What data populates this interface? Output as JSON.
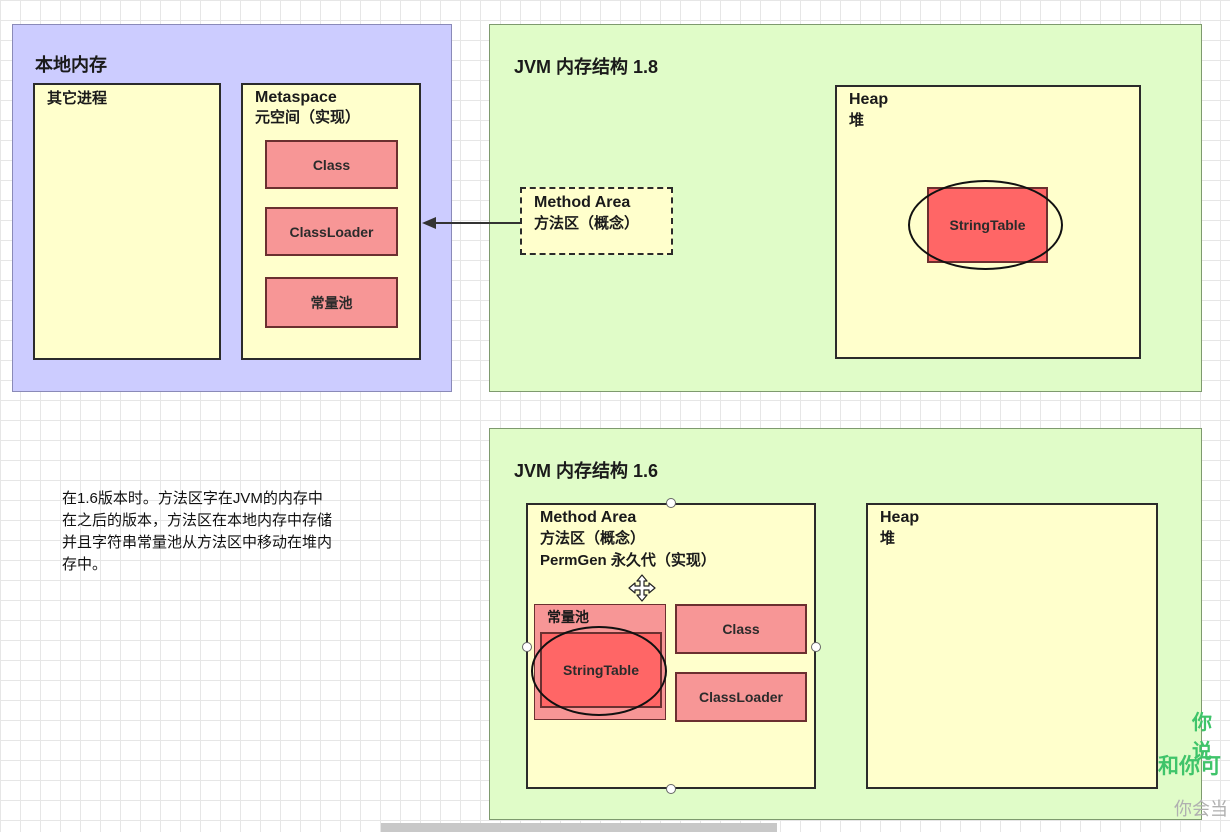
{
  "native_memory": {
    "title": "本地内存",
    "other_process": "其它进程",
    "metaspace": {
      "line1": "Metaspace",
      "line2": "元空间（实现）",
      "items": [
        "Class",
        "ClassLoader",
        "常量池"
      ]
    }
  },
  "jvm18": {
    "title": "JVM 内存结构 1.8",
    "method_area": {
      "line1": "Method Area",
      "line2": "方法区（概念）"
    },
    "heap": {
      "line1": "Heap",
      "line2": "堆",
      "string_table": "StringTable"
    }
  },
  "jvm16": {
    "title": "JVM 内存结构 1.6",
    "method_area": {
      "line1": "Method Area",
      "line2": "方法区（概念）",
      "line3": "PermGen 永久代（实现）",
      "constant_pool": "常量池",
      "string_table": "StringTable",
      "class": "Class",
      "classloader": "ClassLoader"
    },
    "heap": {
      "line1": "Heap",
      "line2": "堆"
    }
  },
  "note": {
    "lines": [
      "在1.6版本时。方法区字在JVM的内存中",
      "在之后的版本，方法区在本地内存中存储",
      "并且字符串常量池从方法区中移动在堆内",
      "存中。"
    ]
  },
  "overlay": {
    "line1": "你说",
    "line2": "和你可",
    "line3": "你会当"
  },
  "colors": {
    "native_bg": "#ccccff",
    "jvm_bg": "#e0fcc8",
    "box_bg": "#ffffcc",
    "item_red": "#f79696",
    "string_table_red": "#ff6666"
  }
}
